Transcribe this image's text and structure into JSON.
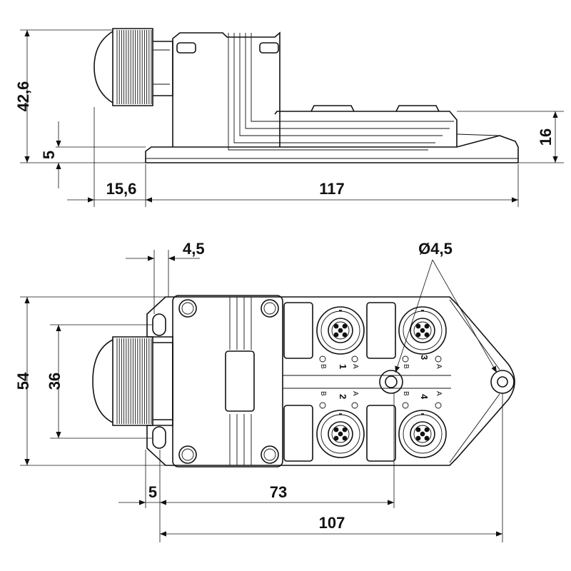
{
  "dimensions": {
    "height_overall": "42,6",
    "base_thickness": "5",
    "front_height": "16",
    "cable_gland_offset": "15,6",
    "length_side": "117",
    "flange_thickness": "4,5",
    "hole_diameter": "Ø4,5",
    "width": "54",
    "hole_pitch": "36",
    "left_offset": "5",
    "to_hole": "73",
    "hole_to_hole": "107"
  },
  "ports": [
    {
      "number": "1",
      "a": "A",
      "b": "B"
    },
    {
      "number": "2",
      "a": "A",
      "b": "B"
    },
    {
      "number": "3",
      "a": "A",
      "b": "B"
    },
    {
      "number": "4",
      "a": "A",
      "b": "B"
    }
  ]
}
